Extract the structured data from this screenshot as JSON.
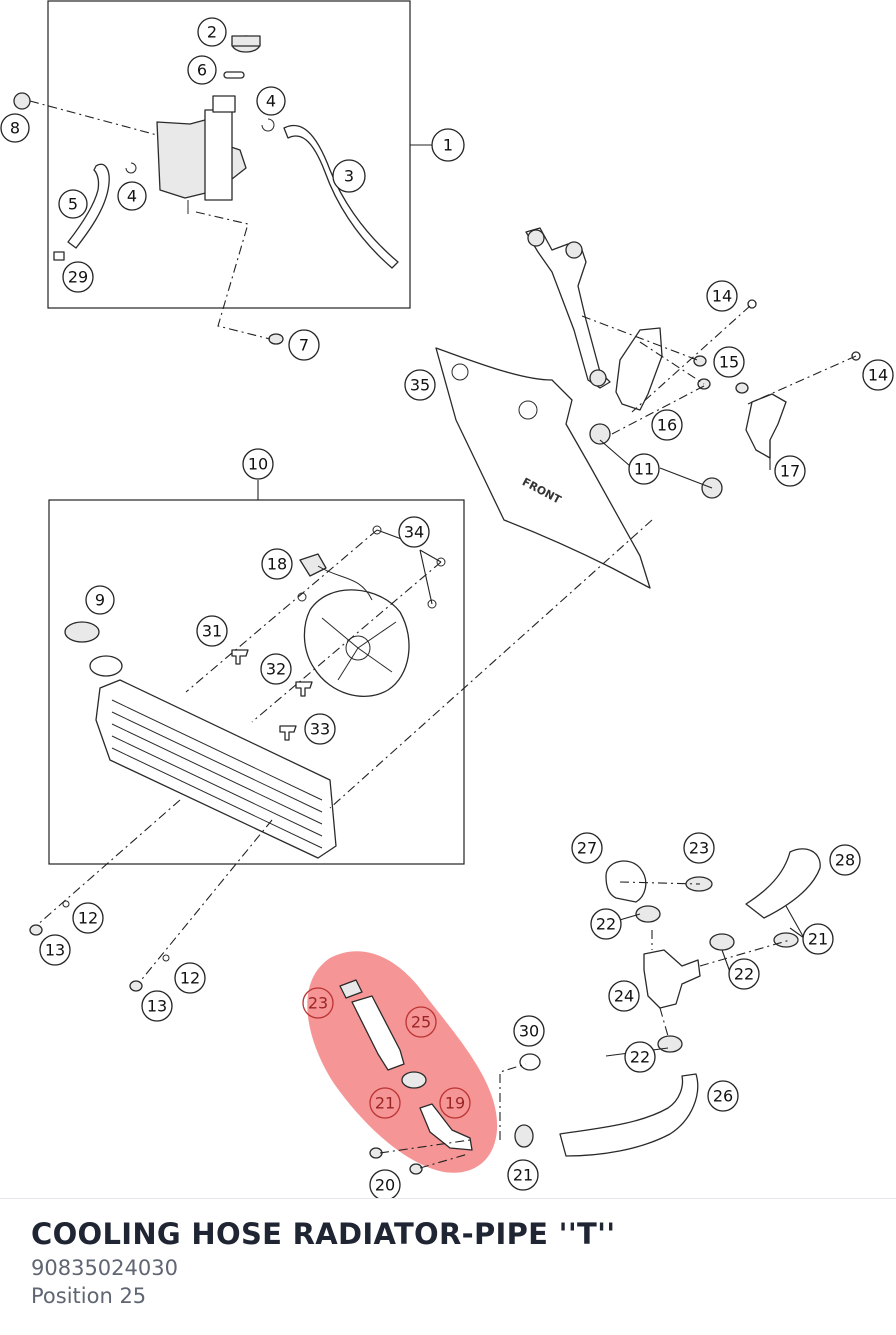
{
  "diagram": {
    "highlight_color": "#f47a7a",
    "callouts": [
      {
        "id": "c1",
        "label": "1"
      },
      {
        "id": "c2",
        "label": "2"
      },
      {
        "id": "c6",
        "label": "6"
      },
      {
        "id": "c4a",
        "label": "4"
      },
      {
        "id": "c8",
        "label": "8"
      },
      {
        "id": "c4b",
        "label": "4"
      },
      {
        "id": "c3",
        "label": "3"
      },
      {
        "id": "c5",
        "label": "5"
      },
      {
        "id": "c29",
        "label": "29"
      },
      {
        "id": "c7",
        "label": "7"
      },
      {
        "id": "c14a",
        "label": "14"
      },
      {
        "id": "c15",
        "label": "15"
      },
      {
        "id": "c14b",
        "label": "14"
      },
      {
        "id": "c35",
        "label": "35"
      },
      {
        "id": "c16",
        "label": "16"
      },
      {
        "id": "c17",
        "label": "17"
      },
      {
        "id": "c11",
        "label": "11"
      },
      {
        "id": "c10",
        "label": "10"
      },
      {
        "id": "c34",
        "label": "34"
      },
      {
        "id": "c18",
        "label": "18"
      },
      {
        "id": "c9",
        "label": "9"
      },
      {
        "id": "c31",
        "label": "31"
      },
      {
        "id": "c32",
        "label": "32"
      },
      {
        "id": "c33",
        "label": "33"
      },
      {
        "id": "c12a",
        "label": "12"
      },
      {
        "id": "c13a",
        "label": "13"
      },
      {
        "id": "c12b",
        "label": "12"
      },
      {
        "id": "c13b",
        "label": "13"
      },
      {
        "id": "c27",
        "label": "27"
      },
      {
        "id": "c23a",
        "label": "23"
      },
      {
        "id": "c28",
        "label": "28"
      },
      {
        "id": "c22a",
        "label": "22"
      },
      {
        "id": "c21a",
        "label": "21"
      },
      {
        "id": "c22b",
        "label": "22"
      },
      {
        "id": "c24",
        "label": "24"
      },
      {
        "id": "c23b",
        "label": "23"
      },
      {
        "id": "c25",
        "label": "25"
      },
      {
        "id": "c30",
        "label": "30"
      },
      {
        "id": "c22c",
        "label": "22"
      },
      {
        "id": "c26",
        "label": "26"
      },
      {
        "id": "c21b",
        "label": "21"
      },
      {
        "id": "c19",
        "label": "19"
      },
      {
        "id": "c20",
        "label": "20"
      },
      {
        "id": "c21c",
        "label": "21"
      }
    ],
    "shield_label": "FRONT"
  },
  "footer": {
    "title": "COOLING HOSE RADIATOR-PIPE ''T''",
    "part_number": "90835024030",
    "position": "Position 25"
  }
}
